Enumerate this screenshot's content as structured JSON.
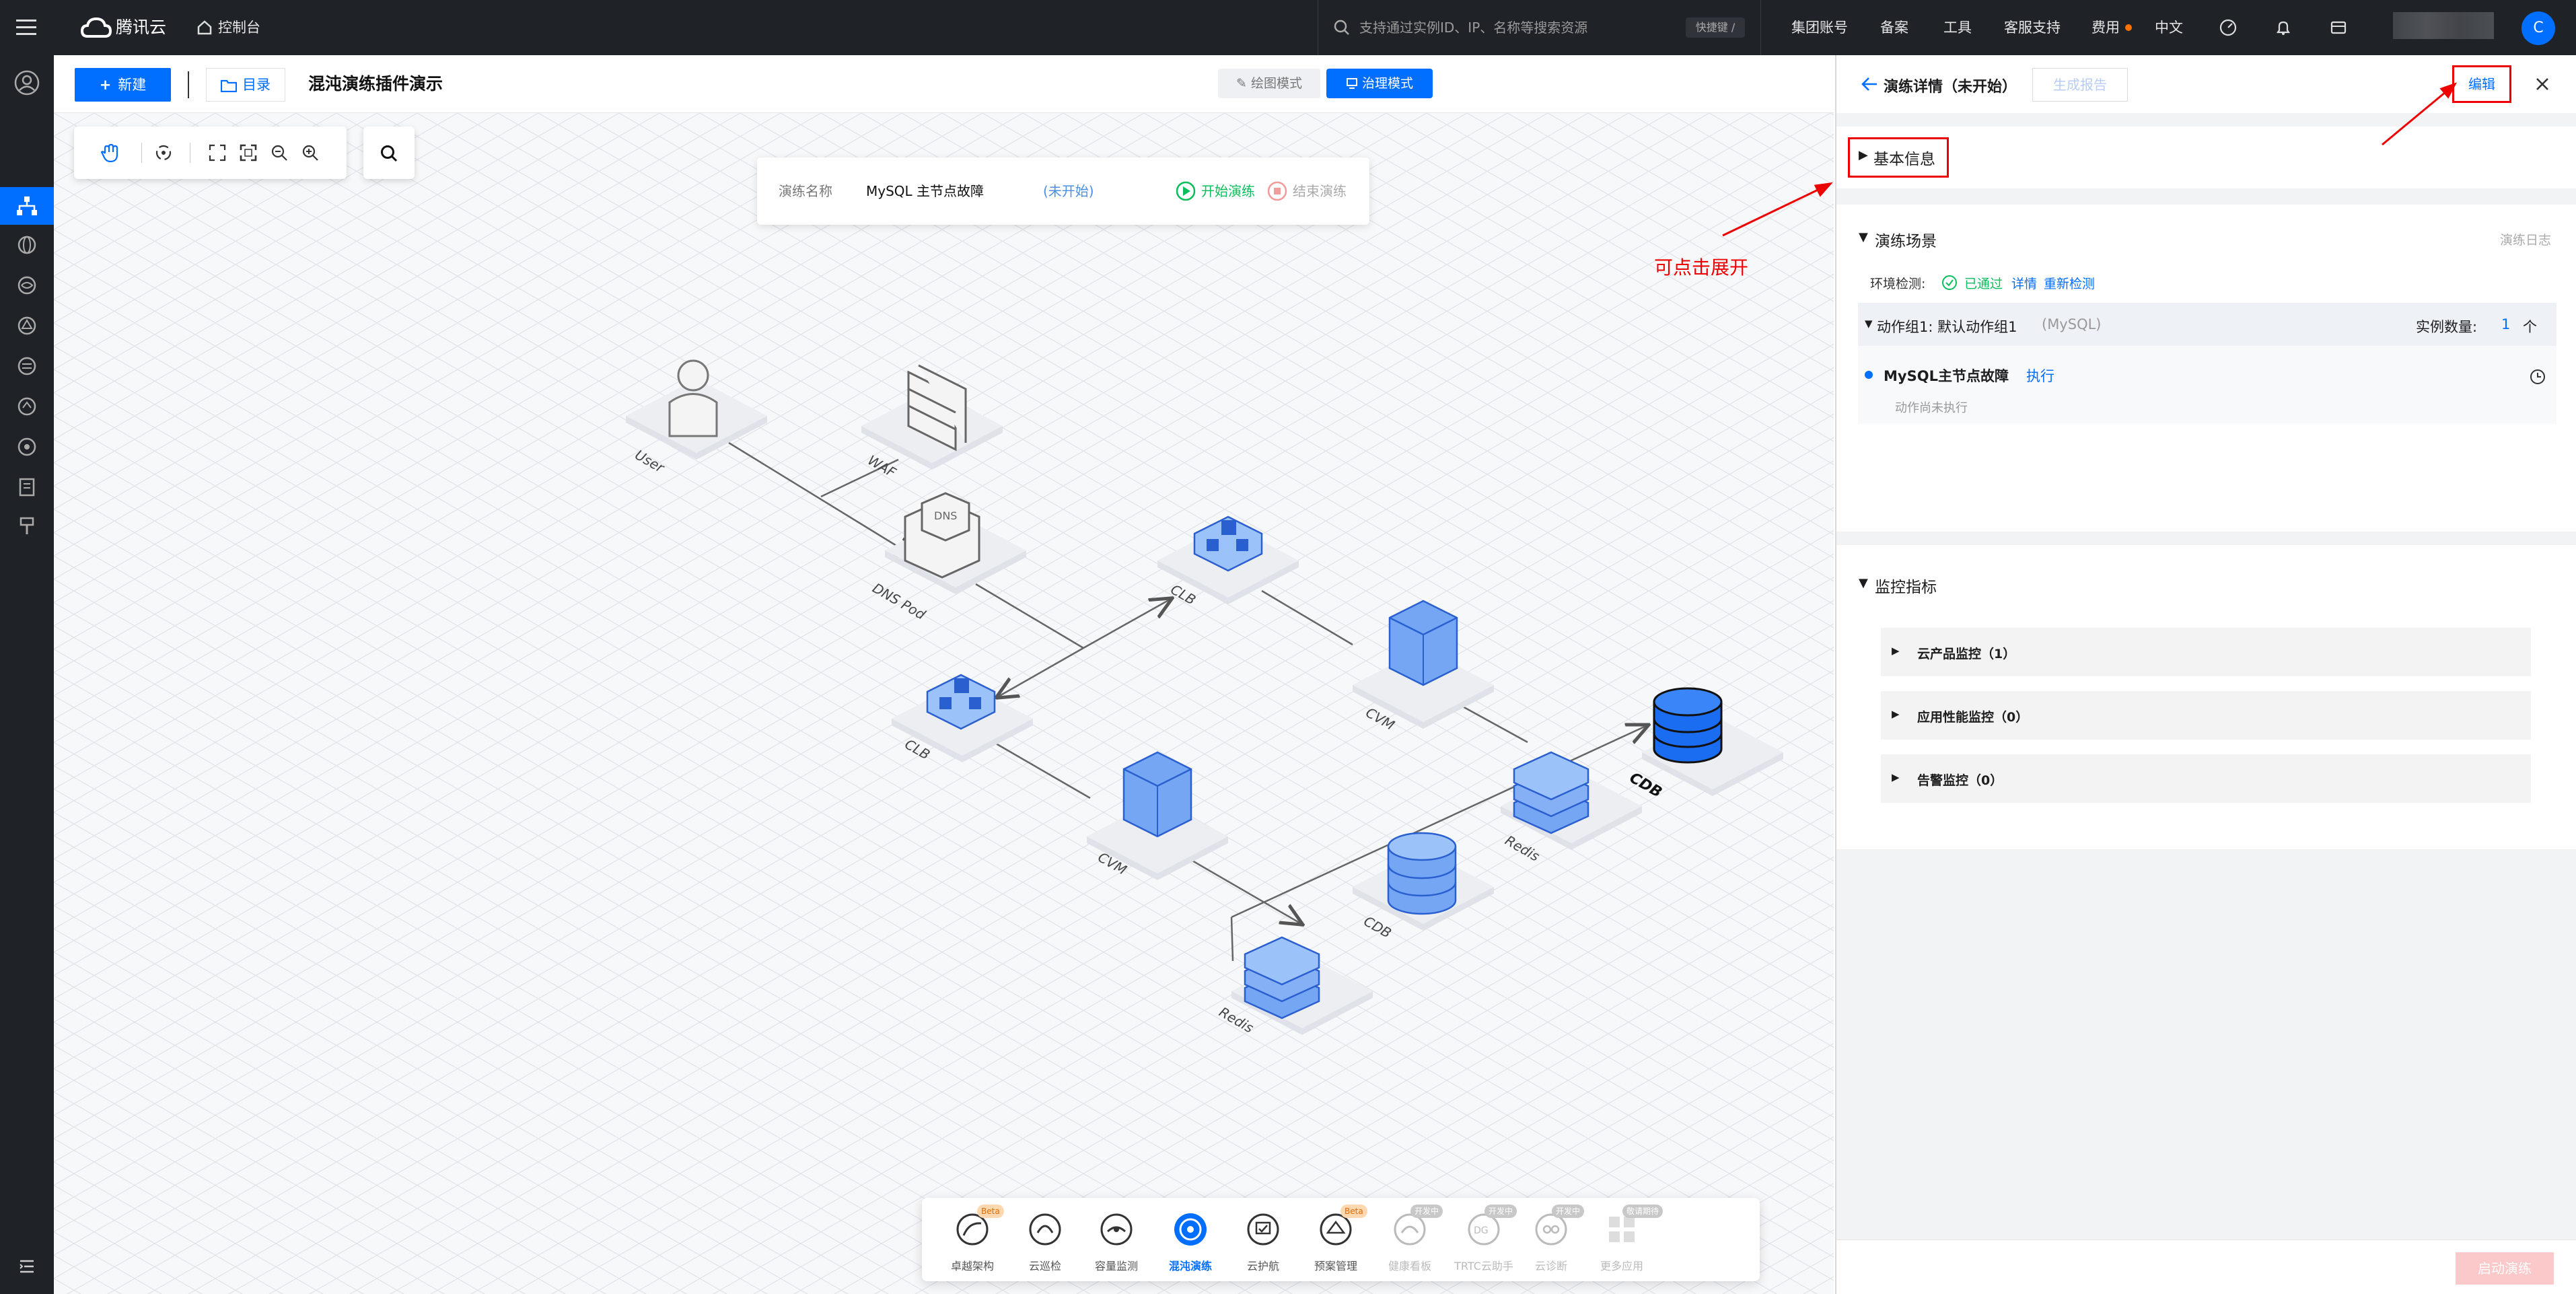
{
  "topbar": {
    "brand": "腾讯云",
    "console": "控制台",
    "search_placeholder": "支持通过实例ID、IP、名称等搜索资源",
    "shortcut": "快捷键 /",
    "nav": [
      "集团账号",
      "备案",
      "工具",
      "客服支持",
      "费用",
      "中文"
    ],
    "avatar_letter": "C",
    "fee_dot_color": "#ff7200"
  },
  "header": {
    "new_button": "新建",
    "catalog_button": "目录",
    "title": "混沌演练插件演示",
    "draw_mode": "绘图模式",
    "govern_mode": "治理模式"
  },
  "drill_bar": {
    "label": "演练名称",
    "name": "MySQL 主节点故障",
    "status": "(未开始)",
    "start": "开始演练",
    "stop": "结束演练"
  },
  "diagram": {
    "nodes": [
      "User",
      "WAF",
      "DNS Pod",
      "CLB",
      "CLB",
      "CVM",
      "CVM",
      "CDB",
      "CDB",
      "Redis",
      "Redis"
    ],
    "dns_text": "DNS"
  },
  "dock": {
    "items": [
      {
        "label": "卓越架构",
        "tag": "Beta",
        "icon": "architecture-icon"
      },
      {
        "label": "云巡检",
        "tag": "",
        "icon": "inspect-icon"
      },
      {
        "label": "容量监测",
        "tag": "",
        "icon": "capacity-icon"
      },
      {
        "label": "混沌演练",
        "tag": "",
        "icon": "chaos-icon"
      },
      {
        "label": "云护航",
        "tag": "",
        "icon": "escort-icon"
      },
      {
        "label": "预案管理",
        "tag": "Beta",
        "icon": "plan-icon"
      },
      {
        "label": "健康看板",
        "tag": "开发中",
        "icon": "health-icon"
      },
      {
        "label": "TRTC云助手",
        "tag": "开发中",
        "icon": "trtc-icon"
      },
      {
        "label": "云诊断",
        "tag": "开发中",
        "icon": "diagnose-icon"
      },
      {
        "label": "更多应用",
        "tag": "敬请期待",
        "icon": "more-apps-icon"
      }
    ]
  },
  "panel": {
    "title": "演练详情（未开始）",
    "report": "生成报告",
    "edit": "编辑",
    "basic_info": "基本信息",
    "annotation": "可点击展开",
    "scene": {
      "title": "演练场景",
      "log": "演练日志",
      "env_label": "环境检测:",
      "env_status": "已通过",
      "env_detail": "详情",
      "env_recheck": "重新检测",
      "group": "动作组1:  默认动作组1",
      "group_type": "(MySQL)",
      "instance_label": "实例数量:",
      "instance_count": "1",
      "instance_unit": "个",
      "action": "MySQL主节点故障",
      "action_exec": "执行",
      "action_status": "动作尚未执行"
    },
    "metrics": {
      "title": "监控指标",
      "items": [
        "云产品监控（1）",
        "应用性能监控（0）",
        "告警监控（0）"
      ]
    },
    "start_button": "启动演练"
  }
}
